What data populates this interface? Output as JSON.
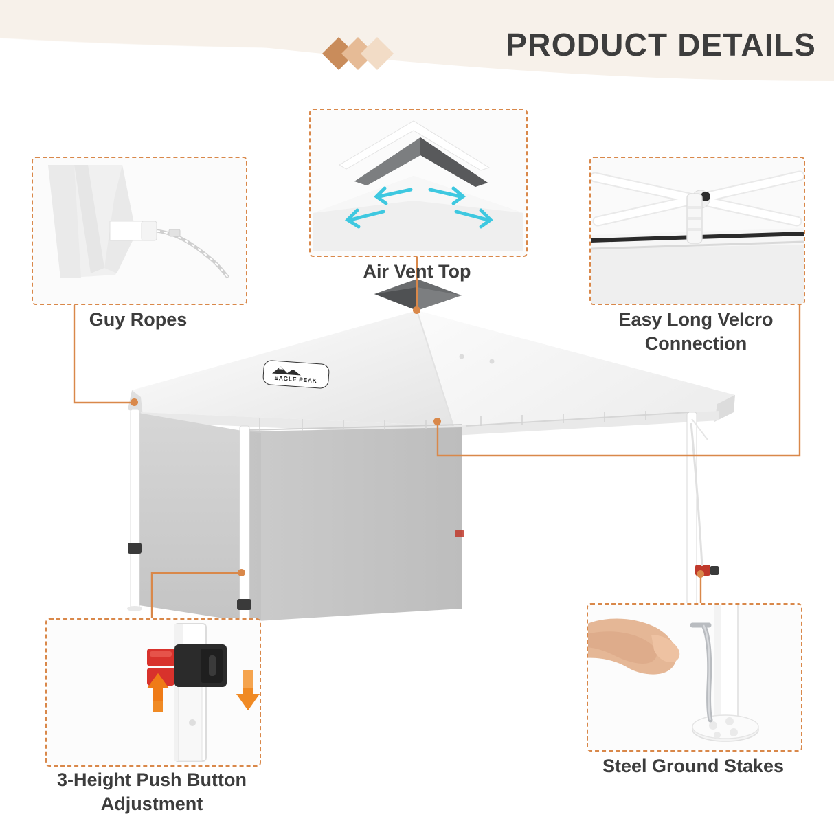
{
  "header": {
    "title": "PRODUCT DETAILS",
    "accent_colors": [
      "#c98c5b",
      "#e6bb96",
      "#f2dcc6"
    ],
    "band_color": "#f7f1ea"
  },
  "theme": {
    "callout_border": "#d9884a",
    "text": "#3d3d3d",
    "canopy_white": "#f2f2f2",
    "sidewall_gray": "#cfcfcf",
    "vent_dark": "#58595b",
    "arrow_cyan": "#3ec8e0",
    "arrow_orange": "#f08a24",
    "button_red": "#d8322c",
    "button_black": "#2b2b2b"
  },
  "callouts": [
    {
      "id": "guy-ropes",
      "label": "Guy Ropes",
      "icon": "rope-corner-icon"
    },
    {
      "id": "air-vent-top",
      "label": "Air Vent Top",
      "icon": "vent-airflow-icon"
    },
    {
      "id": "easy-long-velcro-connection",
      "label": "Easy Long Velcro\nConnection",
      "label_line1": "Easy Long Velcro",
      "label_line2": "Connection",
      "icon": "velcro-strap-icon"
    },
    {
      "id": "height-push-button-adjustment",
      "label_line1": "3-Height Push Button",
      "label_line2": "Adjustment",
      "icon": "push-button-leg-icon"
    },
    {
      "id": "steel-ground-stakes",
      "label": "Steel Ground Stakes",
      "icon": "hand-stake-icon"
    }
  ],
  "product": {
    "brand_logo_text": "EAGLE PEAK",
    "brand_logo_name": "eagle-peak-logo"
  }
}
